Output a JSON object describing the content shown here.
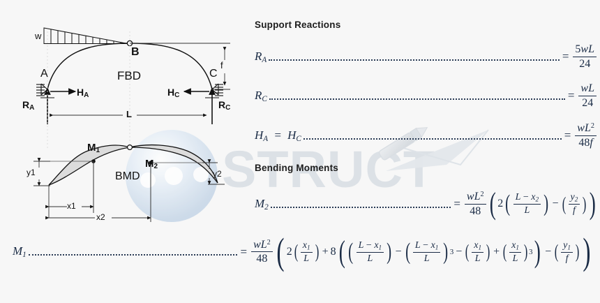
{
  "page": {
    "background_color": "#f7f7f7",
    "ink_color": "#111111",
    "formula_color": "#1a2b45",
    "bmd_fill_color": "#dcdcdc"
  },
  "watermark": {
    "text": "STRUCT",
    "color": "#d9dde2",
    "logo_name": "sphere-and-pencil-logo"
  },
  "diagram": {
    "fbd": {
      "title": "FBD",
      "load_label": "w",
      "node_labels": {
        "left_support": "A",
        "crown": "B",
        "right_support": "C"
      },
      "reactions": {
        "left_vertical": "R",
        "left_vertical_sub": "A",
        "right_vertical": "R",
        "right_vertical_sub": "C",
        "left_horizontal": "H",
        "left_horizontal_sub": "A",
        "right_horizontal": "H",
        "right_horizontal_sub": "C"
      },
      "dimensions": {
        "span": "L",
        "rise": "f"
      }
    },
    "bmd": {
      "title": "BMD",
      "moment_1": "M",
      "moment_1_sub": "1",
      "moment_2": "M",
      "moment_2_sub": "2",
      "ordinate_1": "y1",
      "ordinate_2": "y2",
      "abscissa_1": "x1",
      "abscissa_2": "x2"
    }
  },
  "formulas": {
    "support_reactions_heading": "Support Reactions",
    "bending_moments_heading": "Bending Moments",
    "equations": [
      {
        "id": "RA",
        "lhs_base": "R",
        "lhs_sub": "A",
        "rhs_numerator": "5wL",
        "rhs_denominator": "24",
        "equals": "="
      },
      {
        "id": "RC",
        "lhs_base": "R",
        "lhs_sub": "C",
        "rhs_numerator": "wL",
        "rhs_denominator": "24",
        "equals": "="
      },
      {
        "id": "HA_HC",
        "lhs_full": "H_A = H_C",
        "lhs_base": "H",
        "lhs_sub": "A",
        "lhs_base2": "H",
        "lhs_sub2": "C",
        "rhs_numerator": "wL²",
        "rhs_denominator": "48f",
        "equals": "="
      },
      {
        "id": "M2",
        "lhs_base": "M",
        "lhs_sub": "2",
        "rhs_numerator": "wL²",
        "rhs_denominator": "48",
        "equals": "=",
        "expression": "2((L - x2)/L) - (y2/f)"
      },
      {
        "id": "M1",
        "lhs_base": "M",
        "lhs_sub": "1",
        "rhs_numerator": "wL²",
        "rhs_denominator": "48",
        "equals": "=",
        "expression": "2(x1/L) + 8(((L - x1)/L) - ((L - x1)/L)^3 - (x1/L) + (x1/L)^3) - (y1/f)"
      }
    ],
    "symbols": {
      "w": "w",
      "L": "L",
      "f": "f",
      "x1": "x",
      "x1_sub": "1",
      "x2": "x",
      "x2_sub": "2",
      "y1": "y",
      "y1_sub": "1",
      "y2": "y",
      "y2_sub": "2",
      "coef_2": "2",
      "coef_8": "8",
      "coef_5": "5",
      "denom_24": "24",
      "denom_48": "48",
      "exp_3": "3",
      "exp_2": "2",
      "minus": "−",
      "plus": "+"
    }
  }
}
